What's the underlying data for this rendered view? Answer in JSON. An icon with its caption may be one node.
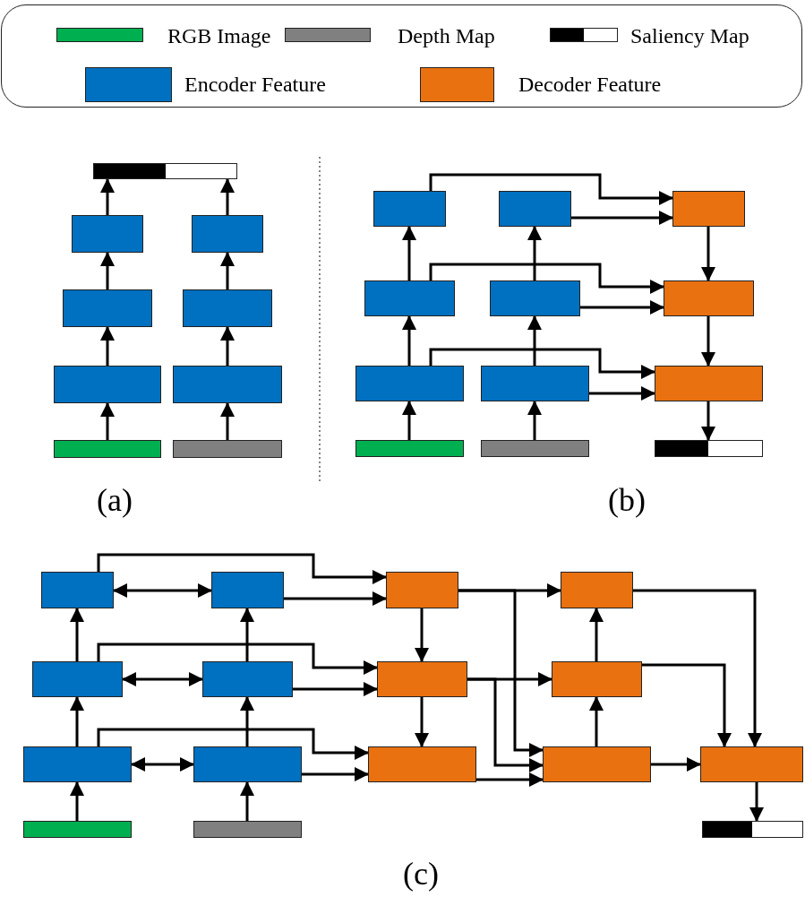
{
  "diagram": {
    "nodes": [
      {
        "text": [],
        "shape": "box"
      },
      {
        "text": [],
        "shape": "box"
      },
      {
        "text": [],
        "shape": "box"
      },
      {
        "text": [],
        "shape": "box"
      },
      {
        "text": [],
        "shape": "box"
      },
      {
        "text": [],
        "shape": "box"
      },
      {
        "text": [],
        "shape": "box"
      },
      {
        "text": [],
        "shape": "box"
      },
      {
        "text": [],
        "shape": "box"
      },
      {
        "text": [],
        "shape": "box"
      },
      {
        "text": [],
        "shape": "box"
      },
      {
        "text": [],
        "shape": "box"
      },
      {
        "text": [],
        "shape": "box"
      },
      {
        "text": [],
        "shape": "box"
      },
      {
        "text": [],
        "shape": "box"
      },
      {
        "text": [],
        "shape": "box"
      },
      {
        "text": [],
        "shape": "box"
      },
      {
        "text": [],
        "shape": "box"
      },
      {
        "text": [],
        "shape": "box"
      },
      {
        "text": [],
        "shape": "box"
      },
      {
        "text": [],
        "shape": "box"
      },
      {
        "text": [],
        "shape": "box"
      },
      {
        "text": [],
        "shape": "box"
      },
      {
        "text": [],
        "shape": "box"
      },
      {
        "text": [],
        "shape": "box"
      },
      {
        "text": [],
        "shape": "box"
      },
      {
        "text": [],
        "shape": "box"
      },
      {
        "text": [],
        "shape": "box"
      },
      {
        "text": [],
        "shape": "box"
      },
      {
        "text": [],
        "shape": "box"
      },
      {
        "text": [],
        "shape": "box"
      },
      {
        "text": [],
        "shape": "box"
      },
      {
        "text": [],
        "shape": "box"
      },
      {
        "text": [],
        "shape": "box"
      },
      {
        "text": [],
        "shape": "box"
      },
      {
        "text": [],
        "shape": "box"
      },
      {
        "text": [],
        "shape": "box"
      }
    ],
    "edges": [
      {
        "from": 7,
        "to": 5,
        "arrow": "to"
      },
      {
        "from": 5,
        "to": 3,
        "arrow": "to"
      },
      {
        "from": 3,
        "to": 1,
        "arrow": "to"
      },
      {
        "from": 1,
        "to": 0,
        "arrow": "to"
      },
      {
        "from": 8,
        "to": 6,
        "arrow": "to"
      },
      {
        "from": 6,
        "to": 4,
        "arrow": "to"
      },
      {
        "from": 4,
        "to": 2,
        "arrow": "to"
      },
      {
        "from": 2,
        "to": 0,
        "arrow": "to"
      },
      {
        "from": 18,
        "to": 15,
        "arrow": "to"
      },
      {
        "from": 15,
        "to": 12,
        "arrow": "to"
      },
      {
        "from": 12,
        "to": 9,
        "arrow": "to"
      },
      {
        "from": 19,
        "to": 16,
        "arrow": "to"
      },
      {
        "from": 16,
        "to": 13,
        "arrow": "to"
      },
      {
        "from": 13,
        "to": 10,
        "arrow": "to"
      },
      {
        "from": 9,
        "to": 11,
        "arrow": "to"
      },
      {
        "from": 10,
        "to": 11,
        "arrow": "to"
      },
      {
        "from": 11,
        "to": 14,
        "arrow": "to"
      },
      {
        "from": 12,
        "to": 14,
        "arrow": "to"
      },
      {
        "from": 13,
        "to": 14,
        "arrow": "to"
      },
      {
        "from": 14,
        "to": 17,
        "arrow": "to"
      },
      {
        "from": 15,
        "to": 17,
        "arrow": "to"
      },
      {
        "from": 16,
        "to": 17,
        "arrow": "to"
      },
      {
        "from": 17,
        "to": 20,
        "arrow": "to"
      },
      {
        "from": 34,
        "to": 29,
        "arrow": "to"
      },
      {
        "from": 29,
        "to": 25,
        "arrow": "to"
      },
      {
        "from": 25,
        "to": 21,
        "arrow": "to"
      },
      {
        "from": 35,
        "to": 30,
        "arrow": "to"
      },
      {
        "from": 30,
        "to": 26,
        "arrow": "to"
      },
      {
        "from": 26,
        "to": 22,
        "arrow": "to"
      },
      {
        "from": 21,
        "to": 22,
        "arrow": "both"
      },
      {
        "from": 25,
        "to": 26,
        "arrow": "both"
      },
      {
        "from": 29,
        "to": 30,
        "arrow": "both"
      },
      {
        "from": 21,
        "to": 23,
        "arrow": "to"
      },
      {
        "from": 22,
        "to": 23,
        "arrow": "to"
      },
      {
        "from": 25,
        "to": 27,
        "arrow": "to"
      },
      {
        "from": 26,
        "to": 27,
        "arrow": "to"
      },
      {
        "from": 29,
        "to": 31,
        "arrow": "to"
      },
      {
        "from": 30,
        "to": 31,
        "arrow": "to"
      },
      {
        "from": 23,
        "to": 27,
        "arrow": "to"
      },
      {
        "from": 27,
        "to": 31,
        "arrow": "to"
      },
      {
        "from": 23,
        "to": 24,
        "arrow": "to"
      },
      {
        "from": 23,
        "to": 32,
        "arrow": "to"
      },
      {
        "from": 27,
        "to": 28,
        "arrow": "to"
      },
      {
        "from": 27,
        "to": 32,
        "arrow": "to"
      },
      {
        "from": 31,
        "to": 32,
        "arrow": "to"
      },
      {
        "from": 32,
        "to": 28,
        "arrow": "to"
      },
      {
        "from": 28,
        "to": 24,
        "arrow": "to"
      },
      {
        "from": 32,
        "to": 33,
        "arrow": "to"
      },
      {
        "from": 28,
        "to": 33,
        "arrow": "to"
      },
      {
        "from": 24,
        "to": 33,
        "arrow": "to"
      },
      {
        "from": 33,
        "to": 36,
        "arrow": "to"
      }
    ],
    "labels": [
      "(a)",
      "(b)",
      "(c)"
    ],
    "legend": [
      {
        "text": "RGB Image",
        "color": "#00b050"
      },
      {
        "text": "Depth Map",
        "color": "#808080"
      },
      {
        "text": "Saliency Map"
      },
      {
        "text": "Encoder Feature",
        "color": "#0070c0"
      },
      {
        "text": "Decoder Feature",
        "color": "#e97110"
      }
    ]
  }
}
